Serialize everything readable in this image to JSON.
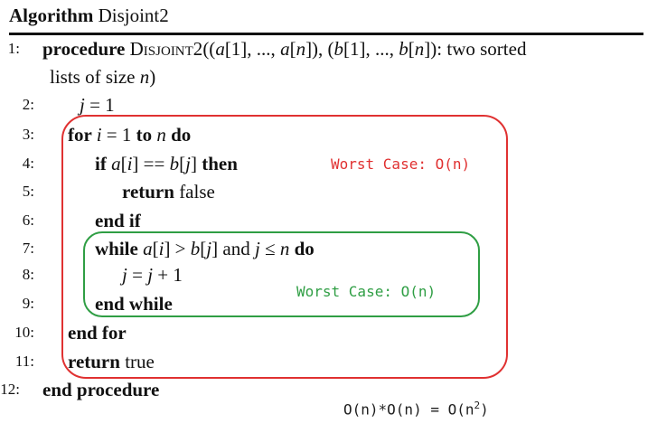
{
  "caption": {
    "label": "Algorithm",
    "name": "Disjoint2"
  },
  "lines": [
    {
      "num": "1:",
      "indent": 0,
      "segs": [
        {
          "t": "procedure ",
          "s": "b"
        },
        {
          "t": "Disjoint2",
          "s": "sc"
        },
        {
          "t": "((",
          "s": "r"
        },
        {
          "t": "a",
          "s": "i"
        },
        {
          "t": "[1], ..., ",
          "s": "r"
        },
        {
          "t": "a",
          "s": "i"
        },
        {
          "t": "[",
          "s": "r"
        },
        {
          "t": "n",
          "s": "i"
        },
        {
          "t": "]), (",
          "s": "r"
        },
        {
          "t": "b",
          "s": "i"
        },
        {
          "t": "[1], ..., ",
          "s": "r"
        },
        {
          "t": "b",
          "s": "i"
        },
        {
          "t": "[",
          "s": "r"
        },
        {
          "t": "n",
          "s": "i"
        },
        {
          "t": "]): two sorted",
          "s": "r"
        }
      ]
    },
    {
      "num": "",
      "indent": 1,
      "segs": [
        {
          "t": "lists of size ",
          "s": "r"
        },
        {
          "t": "n",
          "s": "i"
        },
        {
          "t": ")",
          "s": "r"
        }
      ]
    },
    {
      "num": "2:",
      "indent": 2,
      "segs": [
        {
          "t": "j",
          "s": "i"
        },
        {
          "t": " = 1",
          "s": "r"
        }
      ]
    },
    {
      "num": "3:",
      "indent": 3,
      "segs": [
        {
          "t": "for ",
          "s": "b"
        },
        {
          "t": "i",
          "s": "i"
        },
        {
          "t": " = 1 ",
          "s": "r"
        },
        {
          "t": "to ",
          "s": "b"
        },
        {
          "t": "n ",
          "s": "i"
        },
        {
          "t": "do",
          "s": "b"
        }
      ]
    },
    {
      "num": "4:",
      "indent": 4,
      "segs": [
        {
          "t": "if ",
          "s": "b"
        },
        {
          "t": "a",
          "s": "i"
        },
        {
          "t": "[",
          "s": "r"
        },
        {
          "t": "i",
          "s": "i"
        },
        {
          "t": "] == ",
          "s": "r"
        },
        {
          "t": "b",
          "s": "i"
        },
        {
          "t": "[",
          "s": "r"
        },
        {
          "t": "j",
          "s": "i"
        },
        {
          "t": "] ",
          "s": "r"
        },
        {
          "t": "then",
          "s": "b"
        }
      ]
    },
    {
      "num": "5:",
      "indent": 5,
      "segs": [
        {
          "t": "return ",
          "s": "b"
        },
        {
          "t": "false",
          "s": "r"
        }
      ]
    },
    {
      "num": "6:",
      "indent": 4,
      "segs": [
        {
          "t": "end if",
          "s": "b"
        }
      ]
    },
    {
      "num": "7:",
      "indent": 4,
      "segs": [
        {
          "t": "while ",
          "s": "b"
        },
        {
          "t": "a",
          "s": "i"
        },
        {
          "t": "[",
          "s": "r"
        },
        {
          "t": "i",
          "s": "i"
        },
        {
          "t": "] > ",
          "s": "r"
        },
        {
          "t": "b",
          "s": "i"
        },
        {
          "t": "[",
          "s": "r"
        },
        {
          "t": "j",
          "s": "i"
        },
        {
          "t": "] and ",
          "s": "r"
        },
        {
          "t": "j",
          "s": "i"
        },
        {
          "t": " ≤ ",
          "s": "r"
        },
        {
          "t": "n ",
          "s": "i"
        },
        {
          "t": "do",
          "s": "b"
        }
      ]
    },
    {
      "num": "8:",
      "indent": 5,
      "segs": [
        {
          "t": "j",
          "s": "i"
        },
        {
          "t": " = ",
          "s": "r"
        },
        {
          "t": "j",
          "s": "i"
        },
        {
          "t": " + 1",
          "s": "r"
        }
      ]
    },
    {
      "num": "9:",
      "indent": 4,
      "segs": [
        {
          "t": "end while",
          "s": "b"
        }
      ]
    },
    {
      "num": "10:",
      "indent": 3,
      "segs": [
        {
          "t": "end for",
          "s": "b"
        }
      ]
    },
    {
      "num": "11:",
      "indent": 3,
      "segs": [
        {
          "t": "return ",
          "s": "b"
        },
        {
          "t": "true",
          "s": "r"
        }
      ]
    },
    {
      "num": "12:",
      "indent": 0,
      "segs": [
        {
          "t": "end procedure",
          "s": "b"
        }
      ]
    }
  ],
  "annotations": {
    "outer_note": "Worst Case: O(n)",
    "inner_note": "Worst Case: O(n)",
    "total_prefix": "O(n)*O(n) = O(n",
    "total_exp": "2",
    "total_suffix": ")",
    "colors": {
      "outer": "#e03131",
      "inner": "#2f9e44",
      "total": "#1e1e1e"
    }
  }
}
